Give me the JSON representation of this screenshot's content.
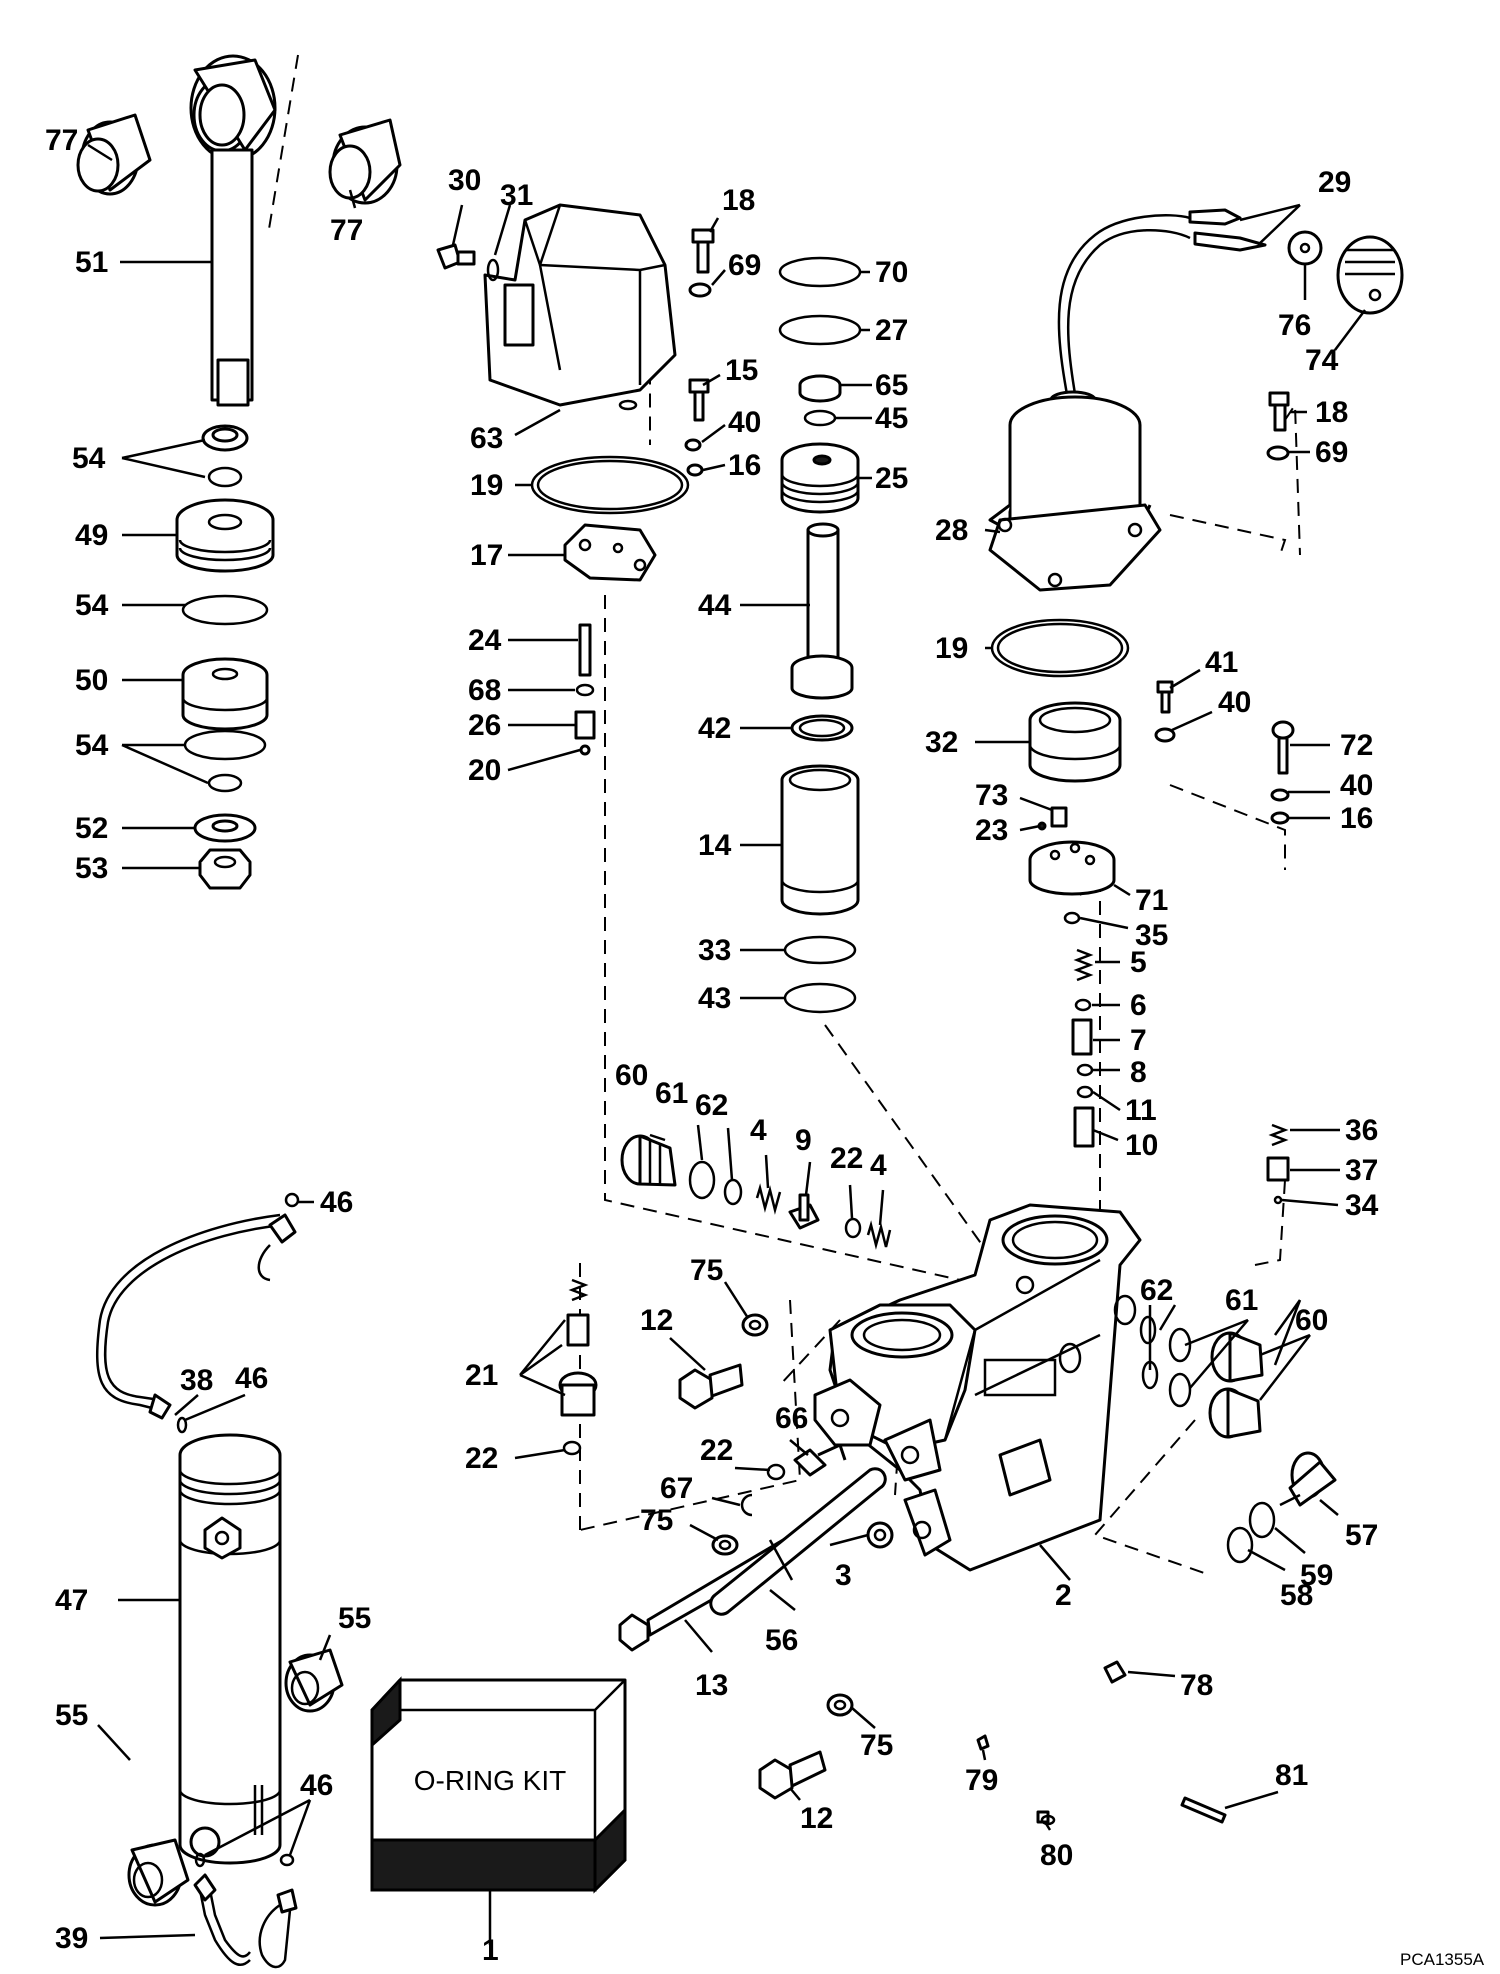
{
  "diagram": {
    "kit_label": "O-RING KIT",
    "reference_code": "PCA1355A",
    "callouts": {
      "c1": "1",
      "c2": "2",
      "c3": "3",
      "c4a": "4",
      "c4b": "4",
      "c5": "5",
      "c6": "6",
      "c7": "7",
      "c8": "8",
      "c9": "9",
      "c10": "10",
      "c11": "11",
      "c12a": "12",
      "c12b": "12",
      "c13": "13",
      "c14": "14",
      "c15": "15",
      "c16a": "16",
      "c16b": "16",
      "c17": "17",
      "c18a": "18",
      "c18b": "18",
      "c19a": "19",
      "c19b": "19",
      "c20": "20",
      "c21": "21",
      "c22a": "22",
      "c22b": "22",
      "c22c": "22",
      "c23": "23",
      "c24": "24",
      "c25": "25",
      "c26": "26",
      "c27": "27",
      "c28": "28",
      "c29": "29",
      "c30": "30",
      "c31": "31",
      "c32": "32",
      "c33": "33",
      "c34": "34",
      "c35": "35",
      "c36": "36",
      "c37": "37",
      "c38": "38",
      "c39": "39",
      "c40a": "40",
      "c40b": "40",
      "c40c": "40",
      "c41": "41",
      "c42": "42",
      "c43": "43",
      "c44": "44",
      "c45": "45",
      "c46a": "46",
      "c46b": "46",
      "c46c": "46",
      "c47": "47",
      "c49": "49",
      "c50": "50",
      "c51": "51",
      "c52": "52",
      "c53": "53",
      "c54a": "54",
      "c54b": "54",
      "c54c": "54",
      "c55a": "55",
      "c55b": "55",
      "c56": "56",
      "c57": "57",
      "c58": "58",
      "c59": "59",
      "c60a": "60",
      "c60b": "60",
      "c61a": "61",
      "c61b": "61",
      "c62a": "62",
      "c62b": "62",
      "c63": "63",
      "c65": "65",
      "c66": "66",
      "c67": "67",
      "c68": "68",
      "c69a": "69",
      "c69b": "69",
      "c70": "70",
      "c71": "71",
      "c72": "72",
      "c73": "73",
      "c74": "74",
      "c75a": "75",
      "c75b": "75",
      "c75c": "75",
      "c76": "76",
      "c77a": "77",
      "c77b": "77",
      "c78": "78",
      "c79": "79",
      "c80": "80",
      "c81": "81"
    }
  }
}
